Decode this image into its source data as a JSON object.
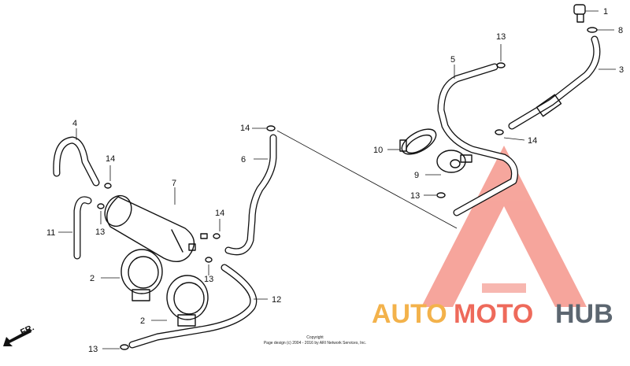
{
  "diagram": {
    "callouts": {
      "c1": "1",
      "c2a": "2",
      "c2b": "2",
      "c3": "3",
      "c4": "4",
      "c5": "5",
      "c6": "6",
      "c7": "7",
      "c8": "8",
      "c9": "9",
      "c10": "10",
      "c11": "11",
      "c12": "12",
      "c13a": "13",
      "c13b": "13",
      "c13c": "13",
      "c13d": "13",
      "c13e": "13",
      "c14a": "14",
      "c14b": "14",
      "c14c": "14",
      "c14d": "14"
    },
    "front_marker": "FR.",
    "copyright_line1": "Copyright",
    "copyright_line2": "Page design (c) 2004 - 2016 by ARI Network Services, Inc."
  },
  "watermark": {
    "part1": "AUTO",
    "part2": "MOTO",
    "part3": "HUB",
    "colors": {
      "auto": "#f3b24b",
      "moto": "#ee6a5b",
      "hub": "#5c6670",
      "triangle": "#ef5c4c"
    }
  }
}
